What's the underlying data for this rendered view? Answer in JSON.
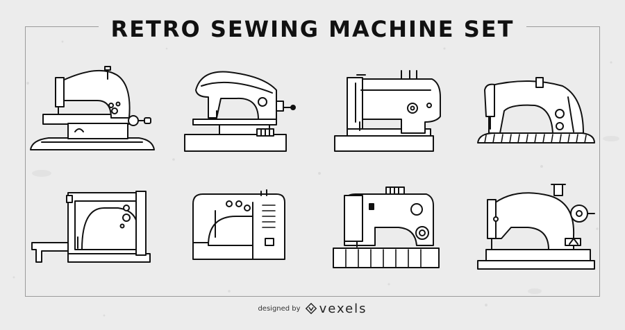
{
  "title": "RETRO SEWING MACHINE  SET",
  "footer": {
    "credit": "designed by",
    "brand": "vexels",
    "brand_icon": "vexels-logo-icon"
  },
  "machines": [
    {
      "name": "sewing-machine-1",
      "row": 1,
      "col": 1
    },
    {
      "name": "sewing-machine-2",
      "row": 1,
      "col": 2
    },
    {
      "name": "sewing-machine-3",
      "row": 1,
      "col": 3
    },
    {
      "name": "sewing-machine-4",
      "row": 1,
      "col": 4
    },
    {
      "name": "sewing-machine-5",
      "row": 2,
      "col": 1
    },
    {
      "name": "sewing-machine-6",
      "row": 2,
      "col": 2
    },
    {
      "name": "sewing-machine-7",
      "row": 2,
      "col": 3
    },
    {
      "name": "sewing-machine-8",
      "row": 2,
      "col": 4
    }
  ],
  "colors": {
    "background": "#ececec",
    "ink": "#111111",
    "frame": "#9b9b9b"
  }
}
